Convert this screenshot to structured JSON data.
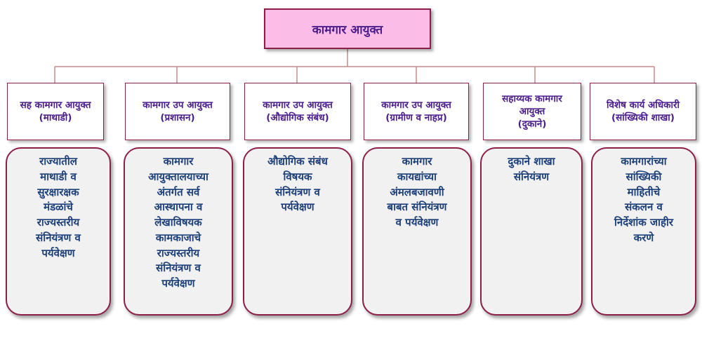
{
  "root": {
    "label": "कामगार आयुक्त"
  },
  "branches": [
    {
      "title_lines": [
        "सह कामगार आयुक्त",
        "(माथाडी)"
      ],
      "desc_lines": [
        "राज्यातील",
        "माथाडी व",
        "सुरक्षारक्षक",
        "मंडळांचे",
        "राज्यस्तरीय",
        "संनियंत्रण व",
        "पर्यवेक्षण"
      ]
    },
    {
      "title_lines": [
        "कामगार उप आयुक्त",
        "(प्रशासन)"
      ],
      "desc_lines": [
        "कामगार",
        "आयुक्तालयाच्या",
        "अंतर्गत सर्व",
        "आस्थापना व",
        "लेखाविषयक",
        "कामकाजाचे",
        "राज्यस्तरीय",
        "संनियंत्रण व",
        "पर्यवेक्षण"
      ]
    },
    {
      "title_lines": [
        "कामगार उप आयुक्त",
        "(औद्योगिक संबंध)"
      ],
      "desc_lines": [
        "औद्योगिक संबंध",
        "विषयक",
        "संनियंत्रण व",
        "पर्यवेक्षण"
      ]
    },
    {
      "title_lines": [
        "कामगार उप आयुक्त",
        "(ग्रामीण व नाहप्र)"
      ],
      "desc_lines": [
        "कामगार",
        "कायद्यांच्या",
        "अंमलबजावणी",
        "बाबत संनियंत्रण",
        "व पर्यवेक्षण"
      ]
    },
    {
      "title_lines": [
        "सहाय्यक कामगार",
        "आयुक्त",
        "(दुकाने)"
      ],
      "desc_lines": [
        "दुकाने शाखा",
        "संनियंत्रण"
      ]
    },
    {
      "title_lines": [
        "विशेष कार्य अधिकारी",
        "(सांख्यिकी शाखा)"
      ],
      "desc_lines": [
        "कामगारांच्या",
        "सांख्यिकी",
        "माहितीचे",
        "संकलन व",
        "निर्देशांक जाहीर",
        "करणे"
      ]
    }
  ],
  "colors": {
    "root_fill": "#fbbde8",
    "border": "#8b1f48",
    "title_text": "#4a1c8c",
    "desc_text": "#1d3f7a",
    "desc_fill": "#f1f1f1"
  }
}
